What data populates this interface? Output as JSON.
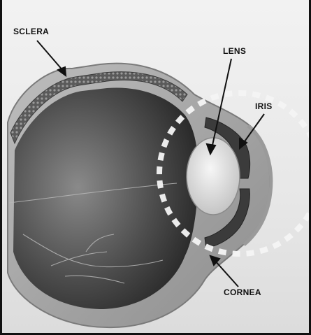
{
  "labels": {
    "sclera": "SCLERA",
    "lens": "LENS",
    "iris": "IRIS",
    "cornea": "CORNEA"
  },
  "colors": {
    "background": "#ebebeb",
    "eye_dark": "#2a2a2a",
    "eye_mid": "#6a6a6a",
    "highlight_circle": "#e9e9e9"
  }
}
